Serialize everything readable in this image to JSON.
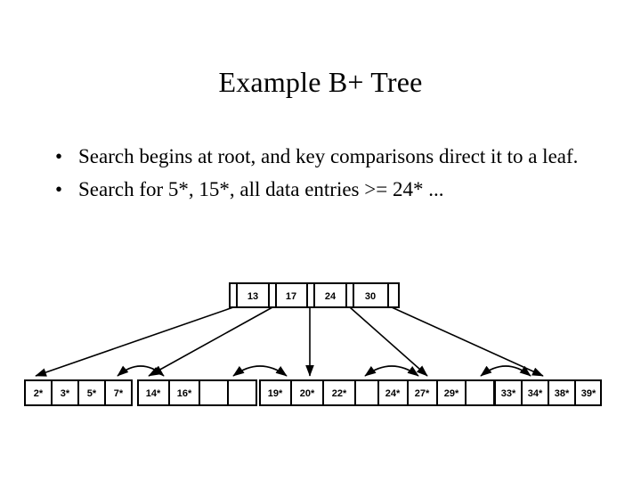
{
  "slide": {
    "title": "Example B+ Tree",
    "bullet_marker": "•",
    "bullets": [
      "Search begins at root, and key comparisons direct it to a leaf.",
      "Search for 5*, 15*, all data entries >= 24* ..."
    ]
  },
  "colors": {
    "background": "#ffffff",
    "ink": "#000000",
    "box_fill": "#ffffff",
    "box_stroke": "#000000"
  },
  "tree": {
    "root": {
      "name": "root-node",
      "keys": [
        "13",
        "17",
        "24",
        "30"
      ],
      "pointer_count": 5
    },
    "leaves": [
      {
        "name": "leaf-node-1",
        "cells": [
          "2*",
          "3*",
          "5*",
          "7*"
        ]
      },
      {
        "name": "leaf-node-2",
        "cells": [
          "14*",
          "16*",
          "",
          ""
        ]
      },
      {
        "name": "leaf-node-3",
        "cells": [
          "19*",
          "20*",
          "22*",
          ""
        ]
      },
      {
        "name": "leaf-node-4",
        "cells": [
          "24*",
          "27*",
          "29*",
          ""
        ]
      },
      {
        "name": "leaf-node-5",
        "cells": [
          "33*",
          "34*",
          "38*",
          "39*"
        ]
      }
    ],
    "sibling_link_count": 4,
    "connector_count": 5
  }
}
